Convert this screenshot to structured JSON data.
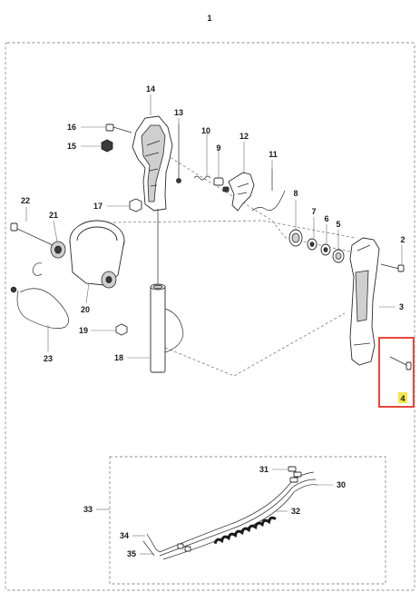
{
  "page": {
    "title": "1"
  },
  "callouts": {
    "c2": "2",
    "c3": "3",
    "c4": "4",
    "c5": "5",
    "c6": "6",
    "c7": "7",
    "c8": "8",
    "c9": "9",
    "c10": "10",
    "c11": "11",
    "c12": "12",
    "c13": "13",
    "c14": "14",
    "c15": "15",
    "c16": "16",
    "c17": "17",
    "c18": "18",
    "c19": "19",
    "c20": "20",
    "c21": "21",
    "c22": "22",
    "c23": "23",
    "c30": "30",
    "c31": "31",
    "c32": "32",
    "c33": "33",
    "c34": "34",
    "c35": "35"
  },
  "highlight": {
    "part": "4",
    "box_color": "#e8473a",
    "label_bg": "#f4e84a"
  },
  "colors": {
    "line": "#2a2a2a",
    "dashed_frame": "#6a6a6a"
  }
}
